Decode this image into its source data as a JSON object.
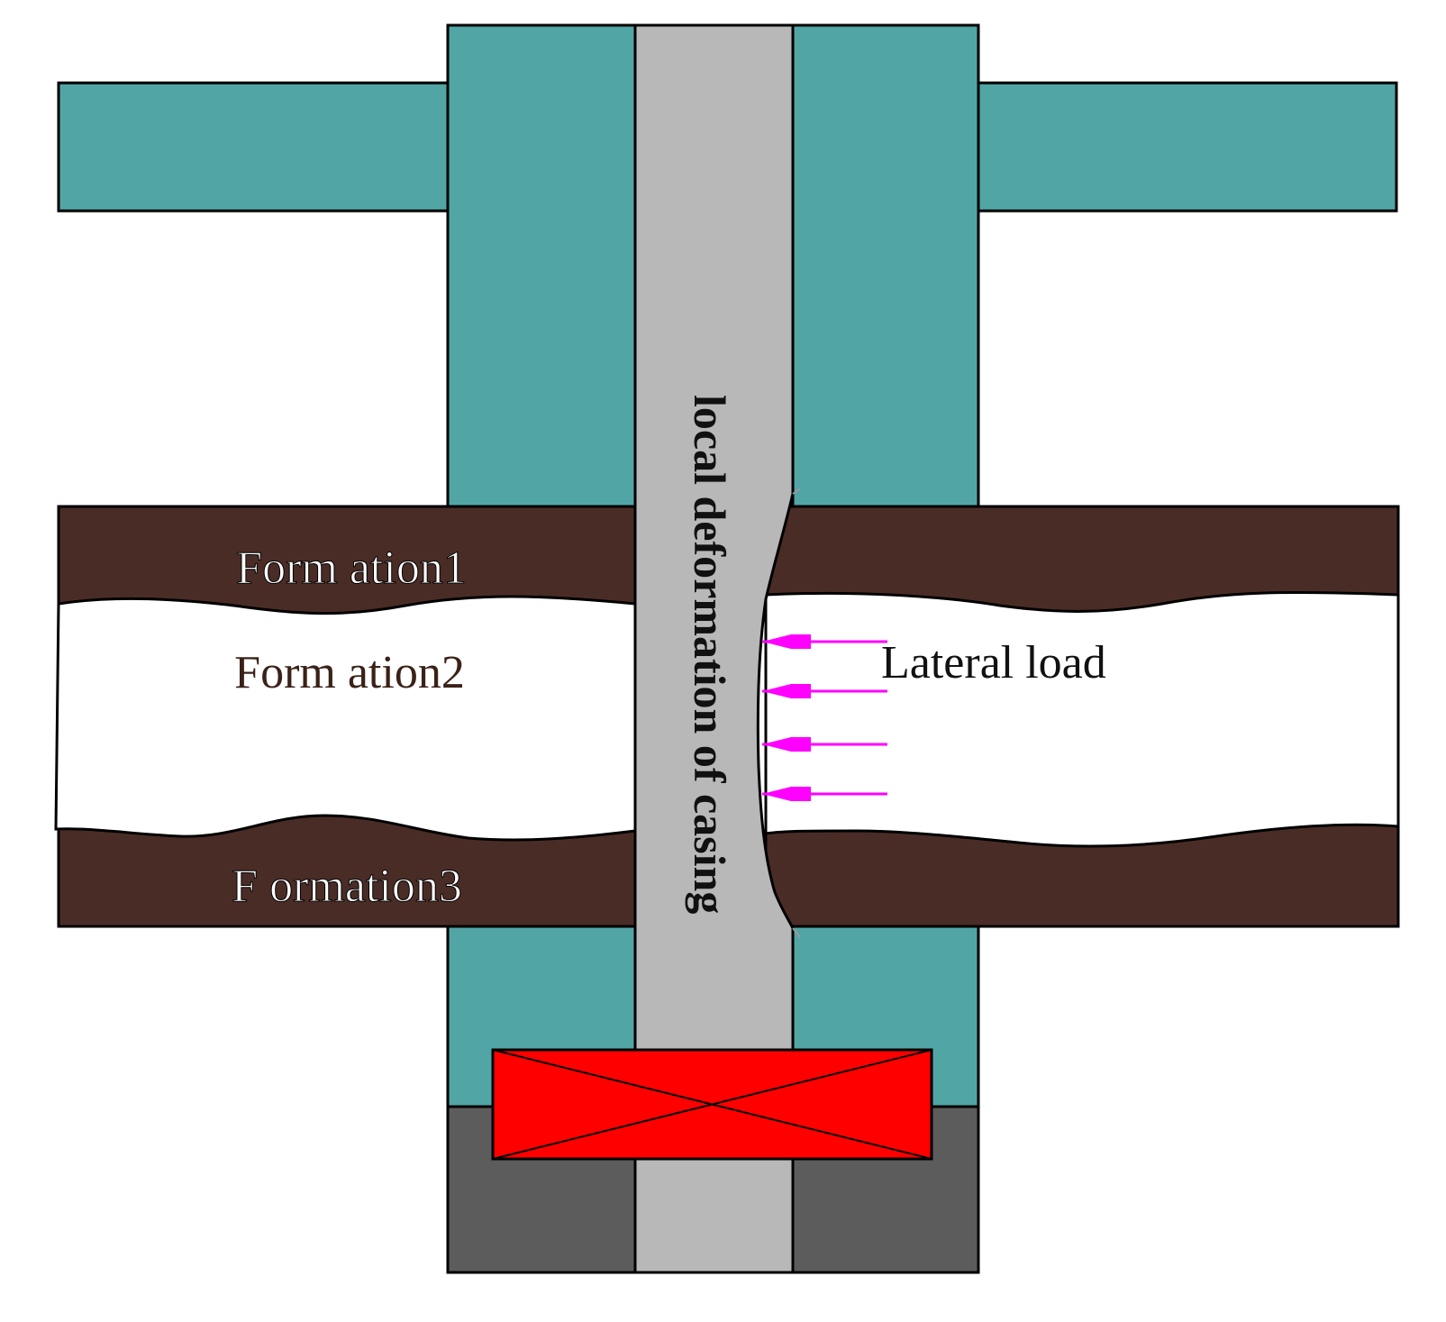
{
  "colors": {
    "background": "#ffffff",
    "cement": "#52a5a5",
    "casing": "#b8b8b8",
    "formation_dark": "#4a2c26",
    "formation_light": "#ffffff",
    "bottom_cement": "#5c5c5c",
    "packer": "#ff0000",
    "load_arrow": "#ff00ff",
    "outline": "#000000"
  },
  "labels": {
    "formation1": "Form ation1",
    "formation2": "Form ation2",
    "formation3": "F ormation3",
    "lateral_load": "Lateral load",
    "casing_deformation": "local deformation of casing"
  },
  "icons": {
    "packer": "packer-cross-box-icon",
    "load_arrow": "arrow-left-icon"
  }
}
